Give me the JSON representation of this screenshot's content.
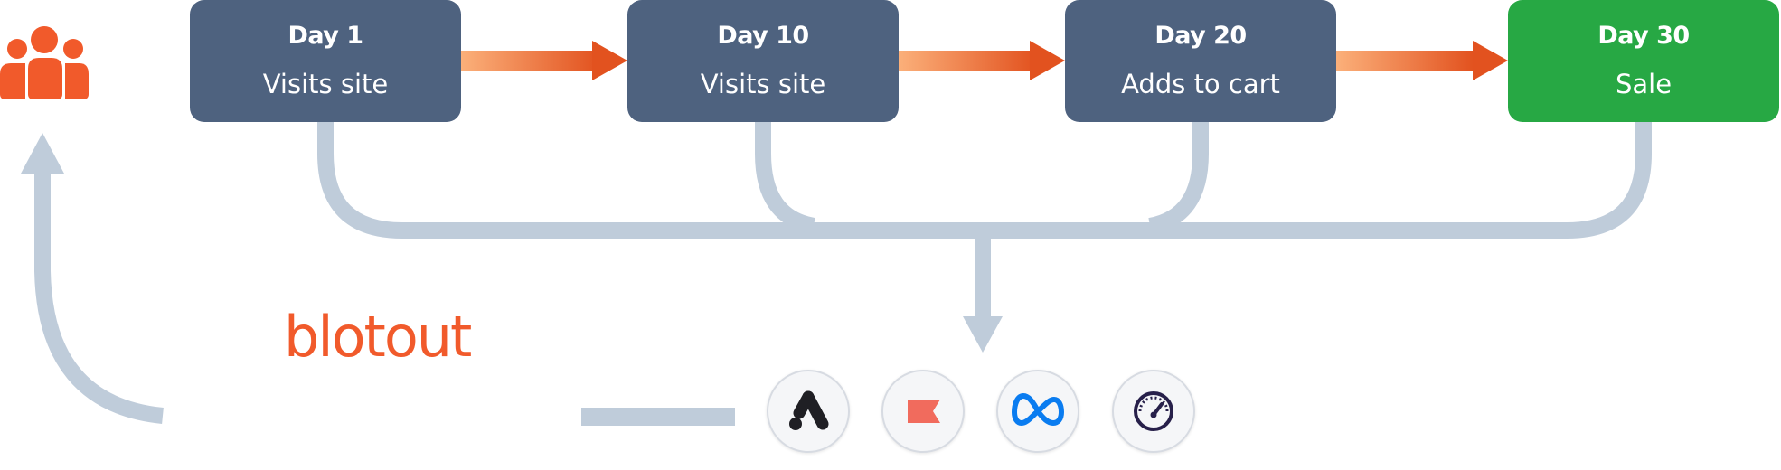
{
  "steps": [
    {
      "day": "Day 1",
      "label": "Visits site"
    },
    {
      "day": "Day 10",
      "label": "Visits site"
    },
    {
      "day": "Day 20",
      "label": "Adds to cart"
    },
    {
      "day": "Day 30",
      "label": "Sale"
    }
  ],
  "brand": {
    "name": "blotout"
  },
  "destinations": [
    {
      "icon": "triangle-a-logo-icon"
    },
    {
      "icon": "flag-logo-icon"
    },
    {
      "icon": "infinity-logo-icon"
    },
    {
      "icon": "gauge-logo-icon"
    }
  ],
  "audience_icon": "people-group-icon",
  "colors": {
    "step_default": "#4e627f",
    "step_final": "#27a844",
    "arrow_start": "#fbb07a",
    "arrow_end": "#e2521f",
    "connector": "#bfccda",
    "accent": "#f15a2b"
  }
}
